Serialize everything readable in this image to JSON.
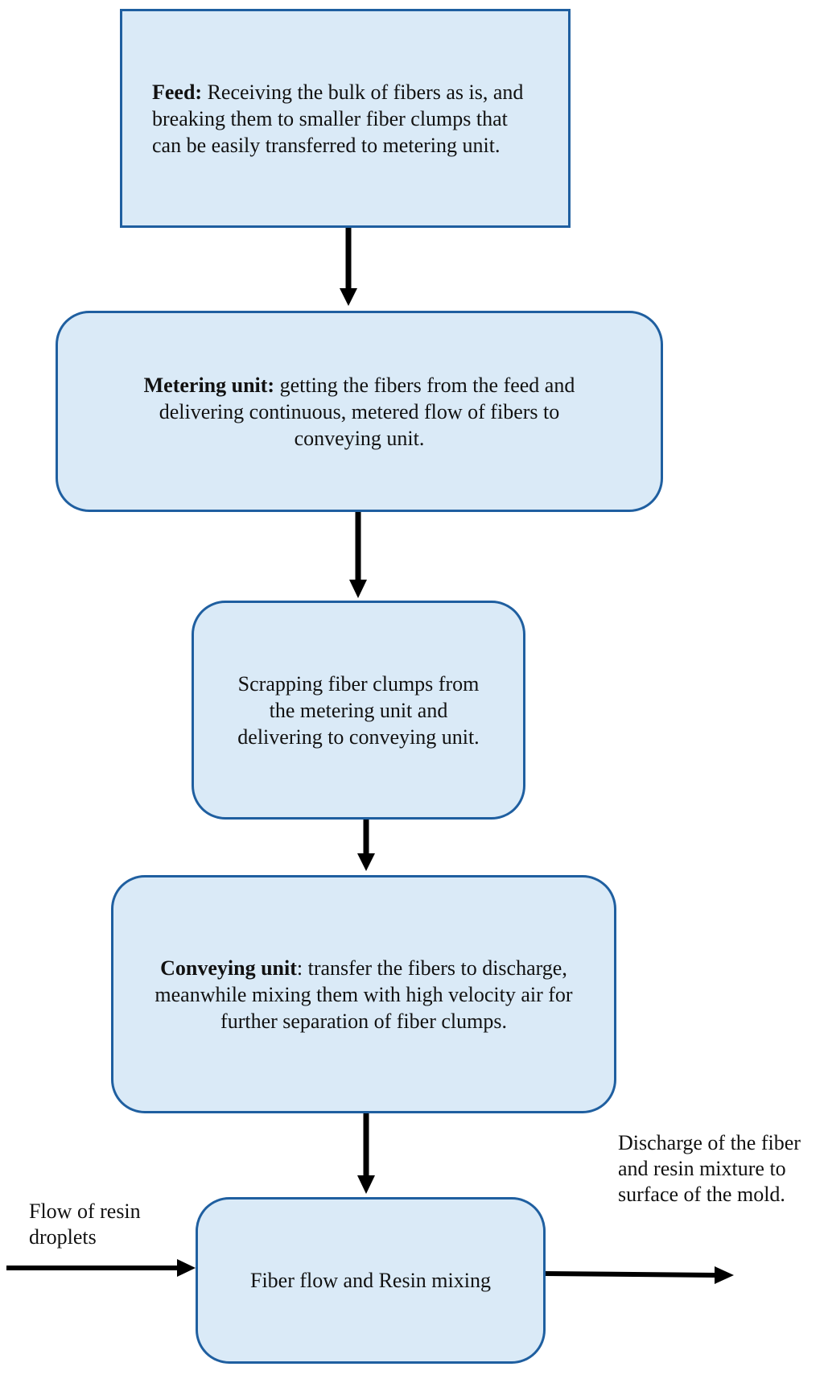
{
  "boxes": [
    {
      "id": "feed",
      "title": "Feed:",
      "text": " Receiving the bulk of fibers as is, and breaking them to smaller fiber clumps that can be easily transferred to metering unit."
    },
    {
      "id": "metering",
      "title": "Metering unit:",
      "text": " getting the fibers from the feed and delivering continuous, metered flow of fibers to conveying unit."
    },
    {
      "id": "scrapping",
      "title": "",
      "text": "Scrapping fiber clumps from the metering unit and delivering to conveying unit."
    },
    {
      "id": "conveying",
      "title": "Conveying unit",
      "text": ":   transfer the fibers to discharge, meanwhile mixing them with high velocity air for further separation of fiber clumps."
    },
    {
      "id": "mixing",
      "title": "",
      "text": "Fiber flow and Resin mixing"
    }
  ],
  "labels": {
    "resin_input": "Flow of resin droplets",
    "discharge_output": "Discharge of the fiber and resin mixture to surface of the mold."
  },
  "colors": {
    "box_fill": "#daeaf7",
    "box_border": "#1f5fa0",
    "arrow": "#000000"
  }
}
